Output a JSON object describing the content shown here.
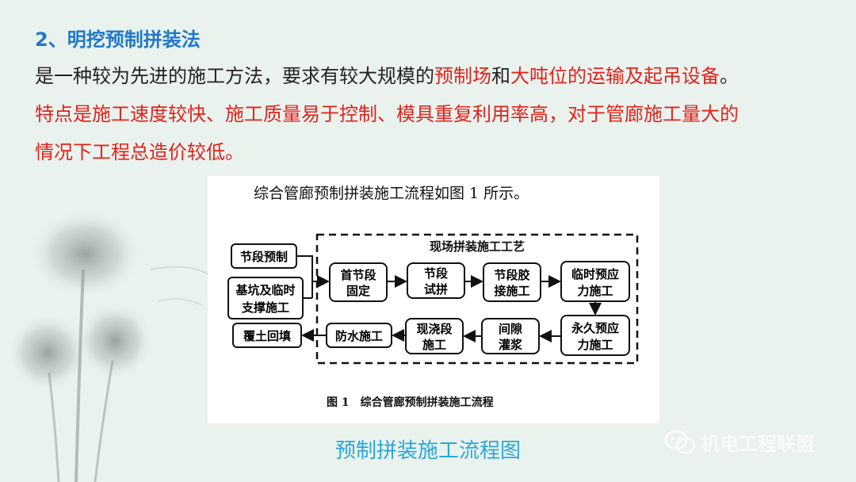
{
  "header": {
    "title": "2、明挖预制拼装法"
  },
  "intro": {
    "seg1": "是一种较为先进的施工方法，要求有较大规模的",
    "red1": "预制场",
    "seg2": "和",
    "red2": "大吨位的运输及起吊设备",
    "seg3": "。"
  },
  "features": {
    "line1": "特点是施工速度较快、施工质量易于控制、模具重复利用率高，对于管廊施工量大的",
    "line2": "情况下工程总造价较低。"
  },
  "figure": {
    "intro_text": "综合管廊预制拼装施工流程如图 1 所示。",
    "frame_title": "现场拼装施工工艺",
    "figure_label": "图 1　综合管廊预制拼装施工流程",
    "left_boxes": {
      "segment_prefab": "节段预制",
      "pit_support_1": "基坑及临时",
      "pit_support_2": "支撑施工",
      "backfill": "覆土回填"
    },
    "top_row": {
      "first_segment_1": "首节段",
      "first_segment_2": "固定",
      "trial_assembly_1": "节段",
      "trial_assembly_2": "试拼",
      "glue_joint_1": "节段胶",
      "glue_joint_2": "接施工",
      "temp_prestress_1": "临时预应",
      "temp_prestress_2": "力施工"
    },
    "bottom_row": {
      "waterproof": "防水施工",
      "cast_segment_1": "现浇段",
      "cast_segment_2": "施工",
      "gap_grout_1": "间隙",
      "gap_grout_2": "灌浆",
      "perm_prestress_1": "永久预应",
      "perm_prestress_2": "力施工"
    }
  },
  "caption": "预制拼装施工流程图",
  "watermark": "机电工程联盟"
}
